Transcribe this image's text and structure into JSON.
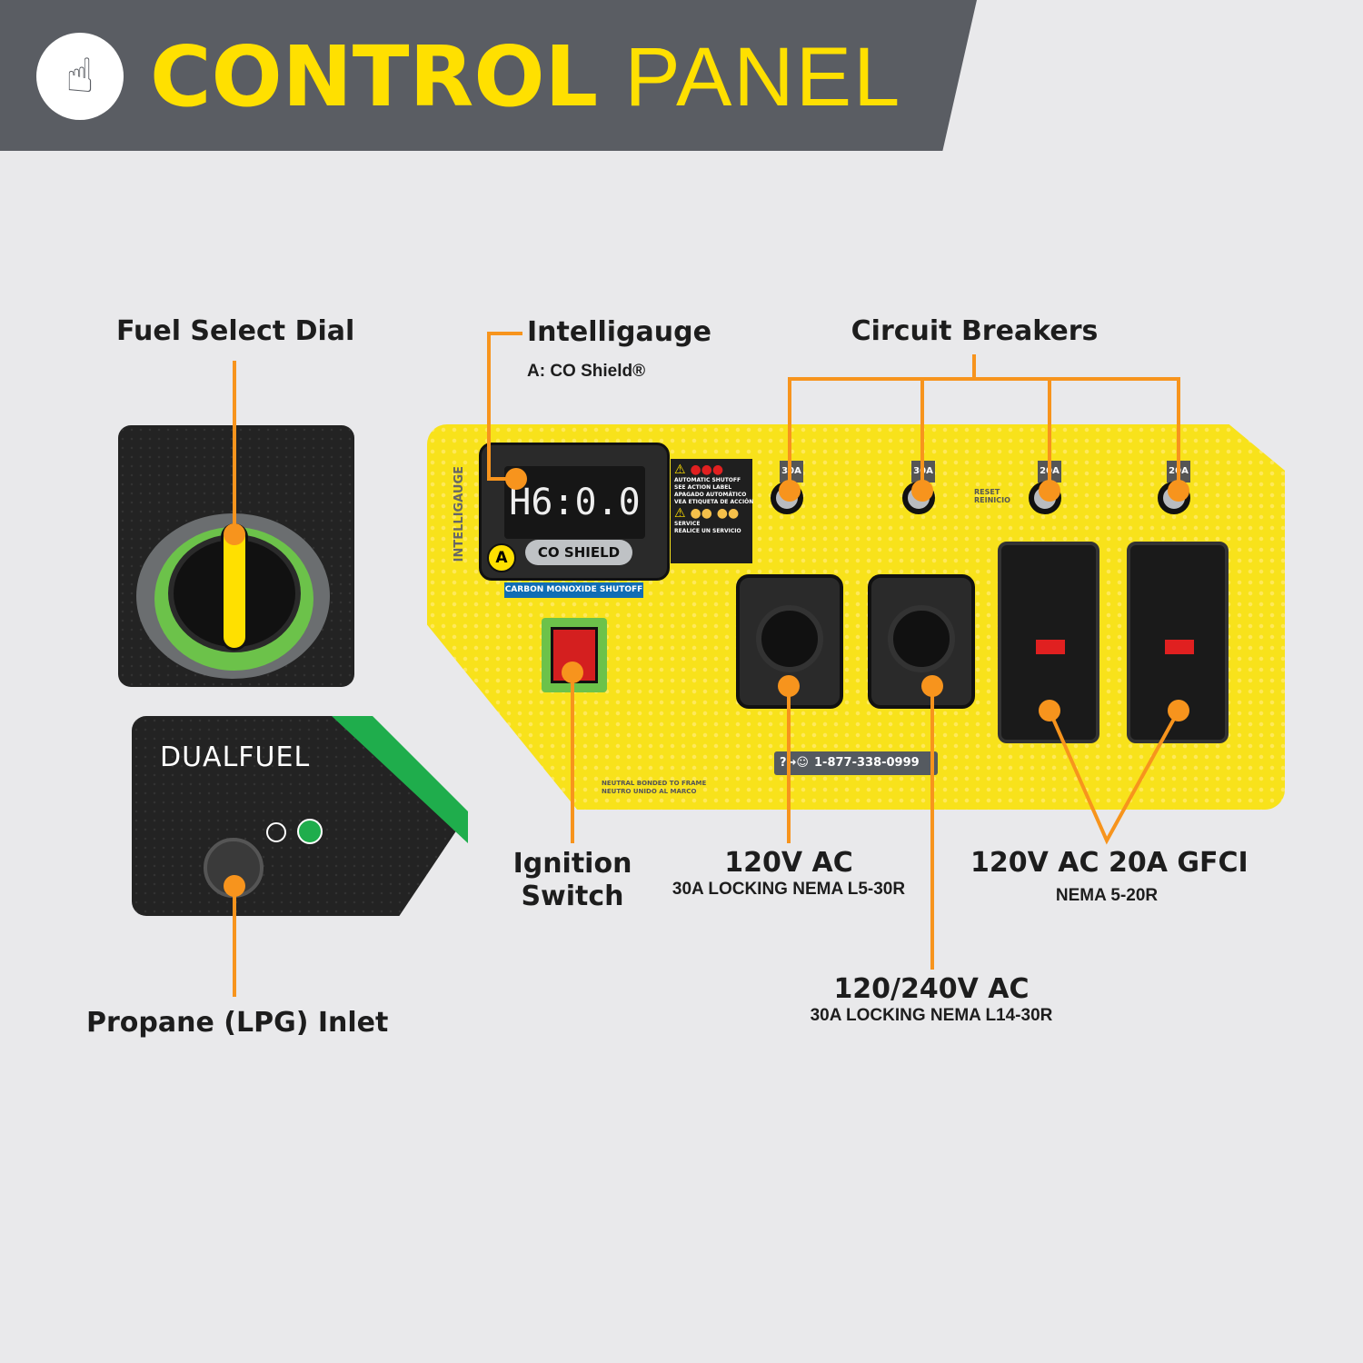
{
  "header": {
    "title_bold": "CONTROL",
    "title_light": "PANEL",
    "icon": "hand-pointer-icon"
  },
  "callouts": {
    "fuel_select": "Fuel Select Dial",
    "intelligauge": "Intelligauge",
    "intelligauge_sub": "A:  CO Shield®",
    "circuit_breakers": "Circuit Breakers",
    "ignition_line1": "Ignition",
    "ignition_line2": "Switch",
    "outlet_120": "120V AC",
    "outlet_120_sub": "30A LOCKING NEMA L5-30R",
    "outlet_240": "120/240V AC",
    "outlet_240_sub": "30A LOCKING NEMA L14-30R",
    "gfci": "120V AC 20A GFCI",
    "gfci_sub": "NEMA 5-20R",
    "propane": "Propane (LPG) Inlet"
  },
  "panel": {
    "brand_vertical": "INTELLIGAUGE",
    "display": "H6:0.0",
    "shield_marker": "A",
    "shield_logo": "CO SHIELD",
    "co_band": "CARBON MONOXIDE SHUTOFF",
    "warning": [
      "AUTOMATIC SHUTOFF",
      "SEE ACTION LABEL",
      "APAGADO AUTOMÁTICO",
      "VEA ETIQUETA DE ACCIÓN",
      "SERVICE",
      "REALICE UN SERVICIO"
    ],
    "breakers": [
      "30A",
      "30A",
      "20A",
      "20A"
    ],
    "reset": [
      "RESET",
      "REINICIO"
    ],
    "phone": "1-877-338-0999",
    "neutral": [
      "NEUTRAL BONDED TO FRAME",
      "NEUTRO UNIDO AL MARCO"
    ],
    "dual_fuel": "DUALFUEL"
  },
  "colors": {
    "accent": "#ffe000",
    "leader": "#f7941d",
    "green": "#6cc24a",
    "header_bg": "#5a5d63"
  }
}
